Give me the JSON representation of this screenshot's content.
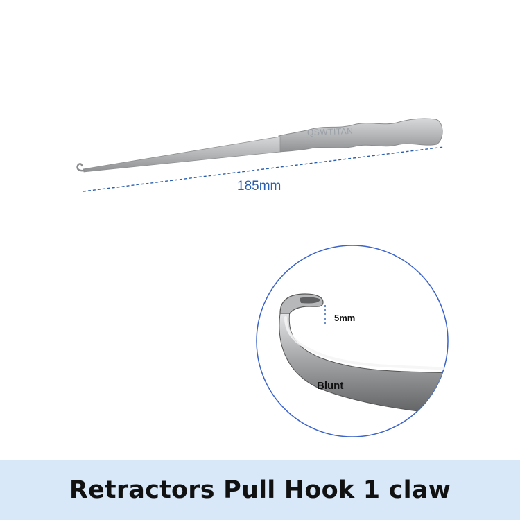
{
  "product": {
    "title": "Retractors Pull Hook 1 claw",
    "brand": "QSWTITAN"
  },
  "dimensions": {
    "length_label": "185mm",
    "tip_label": "5mm",
    "tip_type": "Blunt"
  },
  "colors": {
    "footer_background": "#d9e8f8",
    "dimension_line": "#2a5fb0",
    "detail_circle": "#3b63c9",
    "steel": "#b7b9bb"
  }
}
